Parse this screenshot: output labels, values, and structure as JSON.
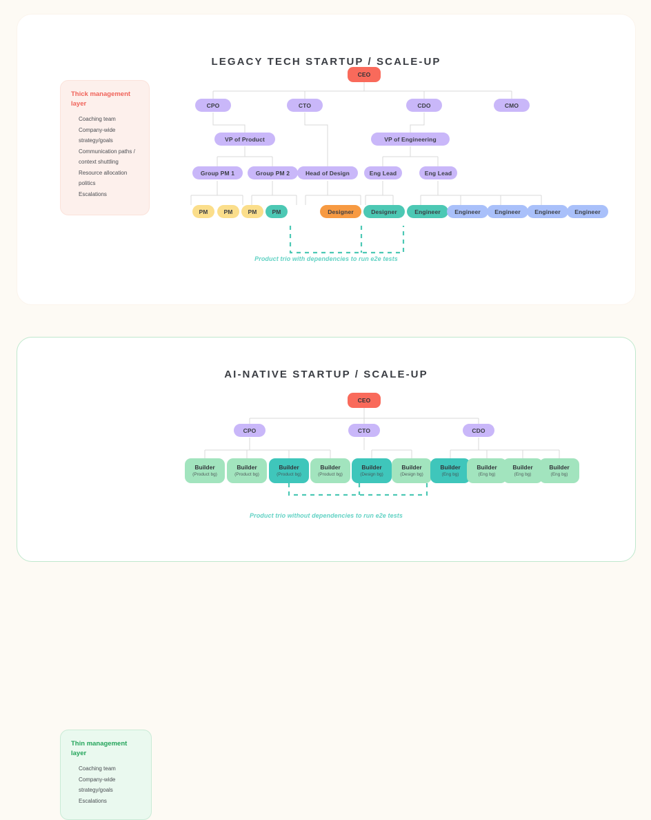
{
  "page": {
    "background": "#FDFAF4",
    "accent_teal": "#4CC8B4",
    "accent_red": "#F96A5B",
    "accent_purple": "#C9B7F9",
    "accent_green": "#A2E4BE"
  },
  "legacy": {
    "title": "LEGACY TECH STARTUP / SCALE-UP",
    "legend": {
      "title": "Thick management layer",
      "title_color": "#F0635A",
      "items": [
        "Coaching team",
        "Company-wide strategy/goals",
        "Communication paths / context shuttling",
        "Resource allocation politics",
        "Escalations"
      ]
    },
    "caption": "Product trio with dependencies to run e2e tests",
    "nodes": {
      "ceo": "CEO",
      "cpo": "CPO",
      "cto": "CTO",
      "cdo": "CDO",
      "cmo": "CMO",
      "vp_product": "VP of Product",
      "vp_engineering": "VP of Engineering",
      "group_pm_1": "Group PM 1",
      "group_pm_2": "Group PM 2",
      "head_of_design": "Head of Design",
      "eng_lead_1": "Eng Lead",
      "eng_lead_2": "Eng Lead",
      "pm_1": "PM",
      "pm_2": "PM",
      "pm_3": "PM",
      "pm_4": "PM",
      "designer_1": "Designer",
      "designer_2": "Designer",
      "engineer_1": "Engineer",
      "engineer_2": "Engineer",
      "engineer_3": "Engineer",
      "engineer_4": "Engineer",
      "engineer_5": "Engineer"
    }
  },
  "ai": {
    "title": "AI-NATIVE STARTUP / SCALE-UP",
    "legend": {
      "title": "Thin management layer",
      "title_color": "#23A45A",
      "items": [
        "Coaching team",
        "Company-wide strategy/goals",
        "Escalations"
      ]
    },
    "caption": "Product trio without dependencies to run e2e tests",
    "nodes": {
      "ceo": "CEO",
      "cpo": "CPO",
      "cto": "CTO",
      "cdo": "CDO"
    },
    "builders": [
      {
        "label": "Builder",
        "sub": "(Product bg)",
        "highlight": false
      },
      {
        "label": "Builder",
        "sub": "(Product bg)",
        "highlight": false
      },
      {
        "label": "Builder",
        "sub": "(Product bg)",
        "highlight": true
      },
      {
        "label": "Builder",
        "sub": "(Product bg)",
        "highlight": false
      },
      {
        "label": "Builder",
        "sub": "(Design bg)",
        "highlight": true
      },
      {
        "label": "Builder",
        "sub": "(Design bg)",
        "highlight": false
      },
      {
        "label": "Builder",
        "sub": "(Eng bg)",
        "highlight": true
      },
      {
        "label": "Builder",
        "sub": "(Eng bg)",
        "highlight": false
      },
      {
        "label": "Builder",
        "sub": "(Eng bg)",
        "highlight": false
      },
      {
        "label": "Builder",
        "sub": "(Eng bg)",
        "highlight": false
      }
    ]
  }
}
